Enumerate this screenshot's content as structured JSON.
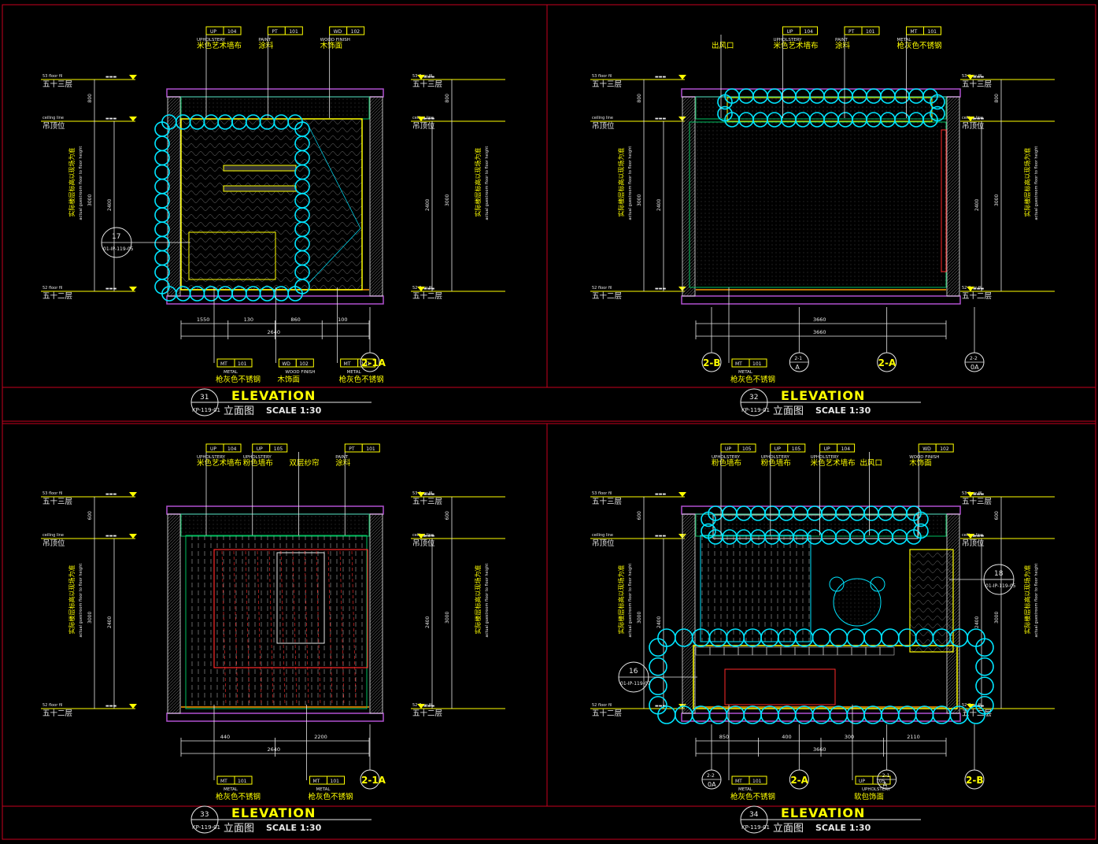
{
  "sheet": {
    "panels": [
      {
        "no": "31",
        "ref": "KP-119-01",
        "title": "ELEVATION",
        "subtitle": "立面图",
        "scale": "SCALE 1:30",
        "top_tags": [
          {
            "code": "UP",
            "num": "104",
            "type": "UPHOLSTERY",
            "name": "米色艺术墙布"
          },
          {
            "code": "PT",
            "num": "101",
            "type": "PAINT",
            "name": "涂料"
          },
          {
            "code": "WD",
            "num": "102",
            "type": "WOOD FINISH",
            "name": "木饰面"
          }
        ],
        "bottom_tags": [
          {
            "code": "MT",
            "num": "101",
            "type": "METAL",
            "name": "枪灰色不锈钢"
          },
          {
            "code": "WD",
            "num": "102",
            "type": "WOOD FINISH",
            "name": "木饰面"
          },
          {
            "code": "MT",
            "num": "101",
            "type": "METAL",
            "name": "枪灰色不锈钢"
          }
        ],
        "dims_main": [
          "1550",
          "130",
          "860",
          "100"
        ],
        "dims_total": "2640",
        "detail_callouts": [
          {
            "no": "17",
            "ref": "01-IP-119-05"
          }
        ],
        "section_markers": [
          {
            "label": "2-1A"
          }
        ]
      },
      {
        "no": "32",
        "ref": "KP-119-01",
        "title": "ELEVATION",
        "subtitle": "立面图",
        "scale": "SCALE 1:30",
        "top_tags": [
          {
            "code": "",
            "num": "",
            "type": "",
            "name": "出风口"
          },
          {
            "code": "UP",
            "num": "104",
            "type": "UPHOLSTERY",
            "name": "米色艺术墙布"
          },
          {
            "code": "PT",
            "num": "101",
            "type": "PAINT",
            "name": "涂料"
          },
          {
            "code": "MT",
            "num": "101",
            "type": "METAL",
            "name": "枪灰色不锈钢"
          }
        ],
        "bottom_tags": [
          {
            "code": "MT",
            "num": "101",
            "type": "METAL",
            "name": "枪灰色不锈钢"
          }
        ],
        "dims_main": [
          "3660"
        ],
        "dims_total": "3660",
        "detail_callouts": [],
        "section_markers": [
          {
            "label": "2-B"
          },
          {
            "label": "2-1",
            "sub": "A"
          },
          {
            "label": "2-A"
          },
          {
            "label": "2-2",
            "sub": "0A"
          }
        ]
      },
      {
        "no": "33",
        "ref": "KP-119-01",
        "title": "ELEVATION",
        "subtitle": "立面图",
        "scale": "SCALE 1:30",
        "top_tags": [
          {
            "code": "UP",
            "num": "104",
            "type": "UPHOLSTERY",
            "name": "米色艺术墙布"
          },
          {
            "code": "UP",
            "num": "105",
            "type": "UPHOLSTERY",
            "name": "粉色墙布"
          },
          {
            "code": "",
            "num": "",
            "type": "",
            "name": "双层纱帘"
          },
          {
            "code": "PT",
            "num": "101",
            "type": "PAINT",
            "name": "涂料"
          }
        ],
        "bottom_tags": [
          {
            "code": "MT",
            "num": "101",
            "type": "METAL",
            "name": "枪灰色不锈钢"
          },
          {
            "code": "MT",
            "num": "101",
            "type": "METAL",
            "name": "枪灰色不锈钢"
          }
        ],
        "dims_main": [
          "440",
          "2200"
        ],
        "dims_total": "2640",
        "detail_callouts": [],
        "section_markers": [
          {
            "label": "2-1A"
          }
        ]
      },
      {
        "no": "34",
        "ref": "KP-119-01",
        "title": "ELEVATION",
        "subtitle": "立面图",
        "scale": "SCALE 1:30",
        "top_tags": [
          {
            "code": "UP",
            "num": "105",
            "type": "UPHOLSTERY",
            "name": "粉色墙布"
          },
          {
            "code": "UP",
            "num": "105",
            "type": "UPHOLSTERY",
            "name": "粉色墙布"
          },
          {
            "code": "UP",
            "num": "104",
            "type": "UPHOLSTERY",
            "name": "米色艺术墙布"
          },
          {
            "code": "",
            "num": "",
            "type": "",
            "name": "出风口"
          },
          {
            "code": "WD",
            "num": "102",
            "type": "WOOD FINISH",
            "name": "木饰面"
          }
        ],
        "bottom_tags": [
          {
            "code": "MT",
            "num": "101",
            "type": "METAL",
            "name": "枪灰色不锈钢"
          },
          {
            "code": "UP",
            "num": "105",
            "type": "UPHOLSTERY",
            "name": "软包饰面"
          }
        ],
        "dims_main": [
          "850",
          "400",
          "300",
          "2110"
        ],
        "dims_total": "3660",
        "detail_callouts": [
          {
            "no": "18",
            "ref": "01-IP-119-05"
          },
          {
            "no": "16",
            "ref": "01-IP-119-07"
          }
        ],
        "section_markers": [
          {
            "label": "2-2",
            "sub": "0A"
          },
          {
            "label": "2-A"
          },
          {
            "label": "2-1",
            "sub": "A"
          },
          {
            "label": "2-B"
          }
        ]
      }
    ],
    "levels": {
      "top_code": "53 floor fil",
      "top": "五十三层",
      "ceiling_code": "ceiling line",
      "ceiling": "吊顶位",
      "bottom_code": "52 floor fil",
      "bottom": "五十二层"
    },
    "level_dims": [
      "800",
      "3000",
      "2400"
    ],
    "level_dims_alt": [
      "600",
      "3000",
      "2400"
    ],
    "vertical_note_cn": "实际楼层标高以现场为准",
    "vertical_note_en": "actual guestroom floor to floor height",
    "colors": {
      "background": "#000000",
      "border": "#c8001e",
      "wall": "#b050d0",
      "green": "#00c060",
      "yellow": "#ffff00",
      "cyan": "#00e5ff",
      "red": "#ff2a2a",
      "white": "#e8e8e8",
      "orange": "#ff9900"
    }
  }
}
